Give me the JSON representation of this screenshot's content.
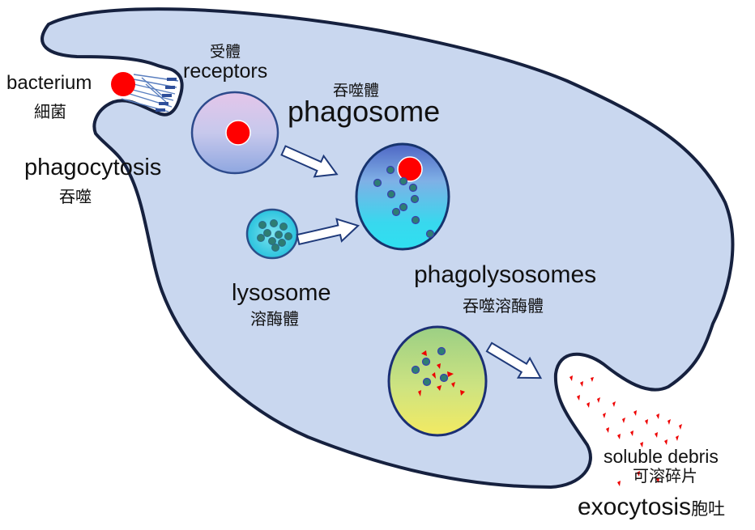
{
  "labels": {
    "bacterium_en": "bacterium",
    "bacterium_zh": "細菌",
    "receptors_zh": "受體",
    "receptors_en": "receptors",
    "phagocytosis_en": "phagocytosis",
    "phagocytosis_zh": "吞噬",
    "phagosome_zh": "吞噬體",
    "phagosome_en": "phagosome",
    "lysosome_en": "lysosome",
    "lysosome_zh": "溶酶體",
    "phagolysosomes_en": "phagolysosomes",
    "phagolysosomes_zh": "吞噬溶酶體",
    "debris_en": "soluble debris",
    "debris_zh": "可溶碎片",
    "exocytosis_en": "exocytosis",
    "exocytosis_zh": "胞吐"
  },
  "colors": {
    "cell_fill": "#c9d7ef",
    "cell_outline": "#16213f",
    "bacterium": "#ff0000",
    "granule": "#2e7d73",
    "granule_edge": "#3a3fb0",
    "debris": "#ee0000",
    "arrow_fill": "#ffffff",
    "arrow_stroke": "#1f3a7a"
  },
  "icons": {
    "arrows": "hollow-block-arrow",
    "granules": "filled-circle",
    "debris": "red-shard"
  }
}
